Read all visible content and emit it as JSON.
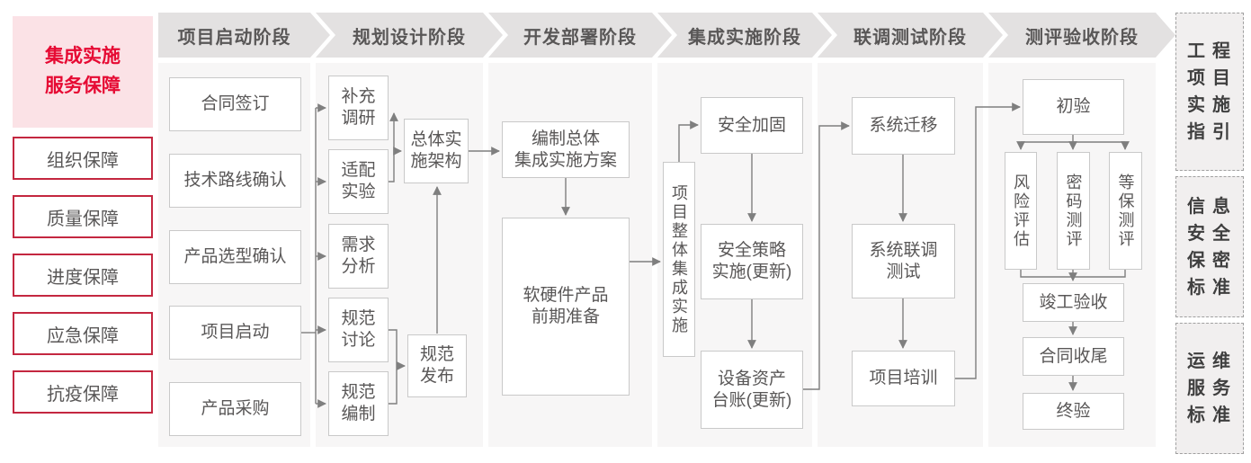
{
  "colors": {
    "accent_red": "#e60a33",
    "sidebar_border_red": "#c42740",
    "sidebar_pink_bg": "#fbe2e6",
    "phase_header_gray": "#e3e1e1",
    "column_bg_gray": "#f7f6f6",
    "connector_gray": "#7f7f7f"
  },
  "sidebar": {
    "title": "集成实施\n服务保障",
    "items": [
      {
        "label": "组织保障"
      },
      {
        "label": "质量保障"
      },
      {
        "label": "进度保障"
      },
      {
        "label": "应急保障"
      },
      {
        "label": "抗疫保障"
      }
    ]
  },
  "phases": [
    {
      "label": "项目启动阶段"
    },
    {
      "label": "规划设计阶段"
    },
    {
      "label": "开发部署阶段"
    },
    {
      "label": "集成实施阶段"
    },
    {
      "label": "联调测试阶段"
    },
    {
      "label": "测评验收阶段"
    }
  ],
  "nodes": {
    "contract_signing": "合同签订",
    "tech_route_confirm": "技术路线确认",
    "product_selection_confirm": "产品选型确认",
    "project_kickoff": "项目启动",
    "product_procurement": "产品采购",
    "supplementary_research": "补充\n调研",
    "adaptation_experiment": "适配\n实验",
    "requirement_analysis": "需求\n分析",
    "spec_discussion": "规范\n讨论",
    "spec_compilation": "规范\n编制",
    "overall_implementation_architecture": "总体实\n施架构",
    "spec_release": "规范\n发布",
    "overall_integration_plan": "编制总体\n集成实施方案",
    "hw_sw_preparation": "软硬件产品\n前期准备",
    "overall_project_integration": "项目整体集成实施",
    "security_hardening": "安全加固",
    "security_policy_implementation": "安全策略\n实施(更新)",
    "asset_ledger_update": "设备资产\n台账(更新)",
    "system_migration": "系统迁移",
    "joint_debugging_test": "系统联调\n测试",
    "project_training": "项目培训",
    "initial_acceptance": "初验",
    "risk_assessment": "风险评估",
    "crypto_evaluation": "密码测评",
    "classified_protection_evaluation": "等保测评",
    "completion_acceptance": "竣工验收",
    "contract_closure": "合同收尾",
    "final_acceptance": "终验"
  },
  "standards": [
    {
      "label": "工程\n项目\n实施\n指引"
    },
    {
      "label": "信息\n安全\n保密\n标准"
    },
    {
      "label": "运维\n服务\n标准"
    }
  ],
  "edges": [
    {
      "from": "project_kickoff",
      "to": "supplementary_research"
    },
    {
      "from": "project_kickoff",
      "to": "adaptation_experiment"
    },
    {
      "from": "project_kickoff",
      "to": "requirement_analysis"
    },
    {
      "from": "project_kickoff",
      "to": "spec_discussion"
    },
    {
      "from": "project_kickoff",
      "to": "spec_compilation"
    },
    {
      "from": "adaptation_experiment",
      "to": "supplementary_research"
    },
    {
      "from": "adaptation_experiment",
      "to": "overall_implementation_architecture"
    },
    {
      "from": "spec_discussion",
      "to": "spec_release"
    },
    {
      "from": "spec_compilation",
      "to": "spec_release"
    },
    {
      "from": "spec_release",
      "to": "overall_implementation_architecture"
    },
    {
      "from": "overall_implementation_architecture",
      "to": "overall_integration_plan"
    },
    {
      "from": "overall_integration_plan",
      "to": "hw_sw_preparation"
    },
    {
      "from": "hw_sw_preparation",
      "to": "overall_project_integration"
    },
    {
      "from": "overall_project_integration",
      "to": "security_hardening"
    },
    {
      "from": "security_hardening",
      "to": "security_policy_implementation"
    },
    {
      "from": "security_policy_implementation",
      "to": "asset_ledger_update"
    },
    {
      "from": "asset_ledger_update",
      "to": "system_migration"
    },
    {
      "from": "system_migration",
      "to": "joint_debugging_test"
    },
    {
      "from": "joint_debugging_test",
      "to": "project_training"
    },
    {
      "from": "project_training",
      "to": "initial_acceptance"
    },
    {
      "from": "initial_acceptance",
      "to": "risk_assessment"
    },
    {
      "from": "initial_acceptance",
      "to": "crypto_evaluation"
    },
    {
      "from": "initial_acceptance",
      "to": "classified_protection_evaluation"
    },
    {
      "from": "risk_assessment",
      "to": "completion_acceptance"
    },
    {
      "from": "crypto_evaluation",
      "to": "completion_acceptance"
    },
    {
      "from": "classified_protection_evaluation",
      "to": "completion_acceptance"
    },
    {
      "from": "completion_acceptance",
      "to": "contract_closure"
    },
    {
      "from": "contract_closure",
      "to": "final_acceptance"
    }
  ]
}
